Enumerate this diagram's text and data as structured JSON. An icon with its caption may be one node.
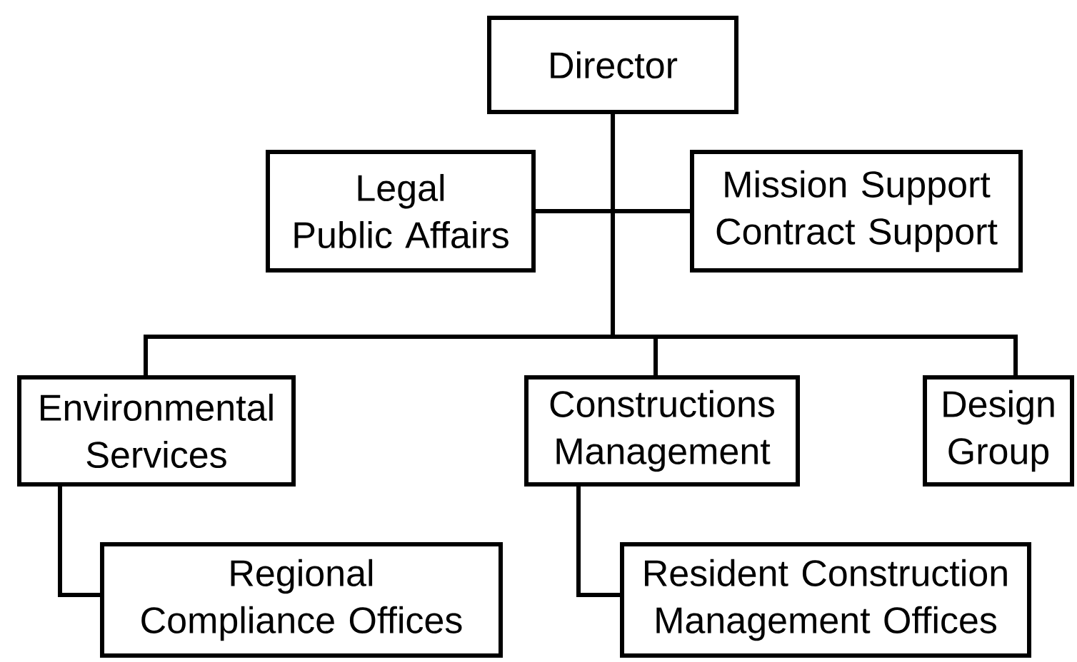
{
  "diagram": {
    "nodes": [
      {
        "text": [
          "Director"
        ]
      },
      {
        "text": [
          "Legal",
          "Public Affairs"
        ]
      },
      {
        "text": [
          "Mission Support",
          "Contract Support"
        ]
      },
      {
        "text": [
          "Environmental Services"
        ]
      },
      {
        "text": [
          "Constructions Management"
        ]
      },
      {
        "text": [
          "Design Group"
        ]
      },
      {
        "text": [
          "Regional Compliance Offices"
        ]
      },
      {
        "text": [
          "Resident Construction Management Offices"
        ]
      }
    ],
    "edges": [
      {
        "from": 0,
        "to": 1,
        "arrow": "none"
      },
      {
        "from": 0,
        "to": 2,
        "arrow": "none"
      },
      {
        "from": 0,
        "to": 3,
        "arrow": "none"
      },
      {
        "from": 0,
        "to": 4,
        "arrow": "none"
      },
      {
        "from": 0,
        "to": 5,
        "arrow": "none"
      },
      {
        "from": 3,
        "to": 6,
        "arrow": "none"
      },
      {
        "from": 4,
        "to": 7,
        "arrow": "none"
      }
    ]
  }
}
